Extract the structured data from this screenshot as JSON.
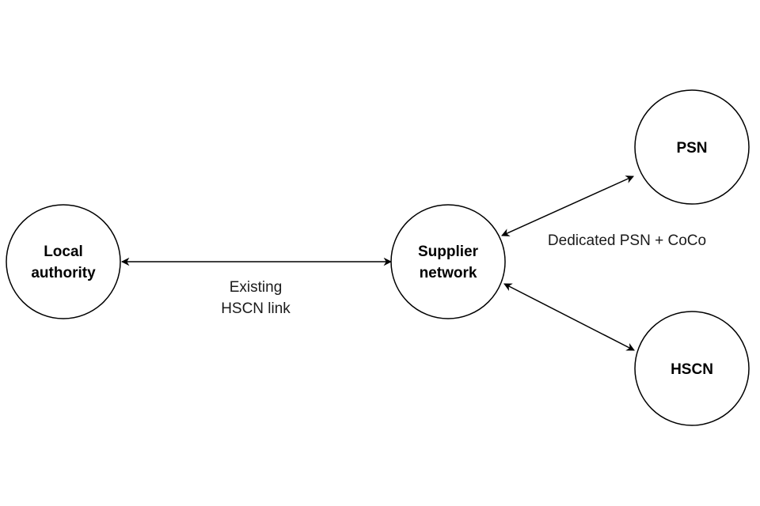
{
  "diagram": {
    "nodes": [
      {
        "id": "local",
        "lines": [
          "Local",
          "authority"
        ]
      },
      {
        "id": "supplier",
        "lines": [
          "Supplier",
          "network"
        ]
      },
      {
        "id": "psn",
        "lines": [
          "PSN"
        ]
      },
      {
        "id": "hscn",
        "lines": [
          "HSCN"
        ]
      }
    ],
    "edges": [
      {
        "from": "local",
        "to": "supplier",
        "direction": "both",
        "label_lines": [
          "Existing",
          "HSCN link"
        ]
      },
      {
        "from": "supplier",
        "to": "psn",
        "direction": "both",
        "label_lines": [
          "Dedicated PSN + CoCo"
        ]
      },
      {
        "from": "supplier",
        "to": "hscn",
        "direction": "both",
        "label_lines": []
      }
    ],
    "colors": {
      "stroke": "#000000",
      "background": "#ffffff",
      "text": "#000000"
    }
  }
}
